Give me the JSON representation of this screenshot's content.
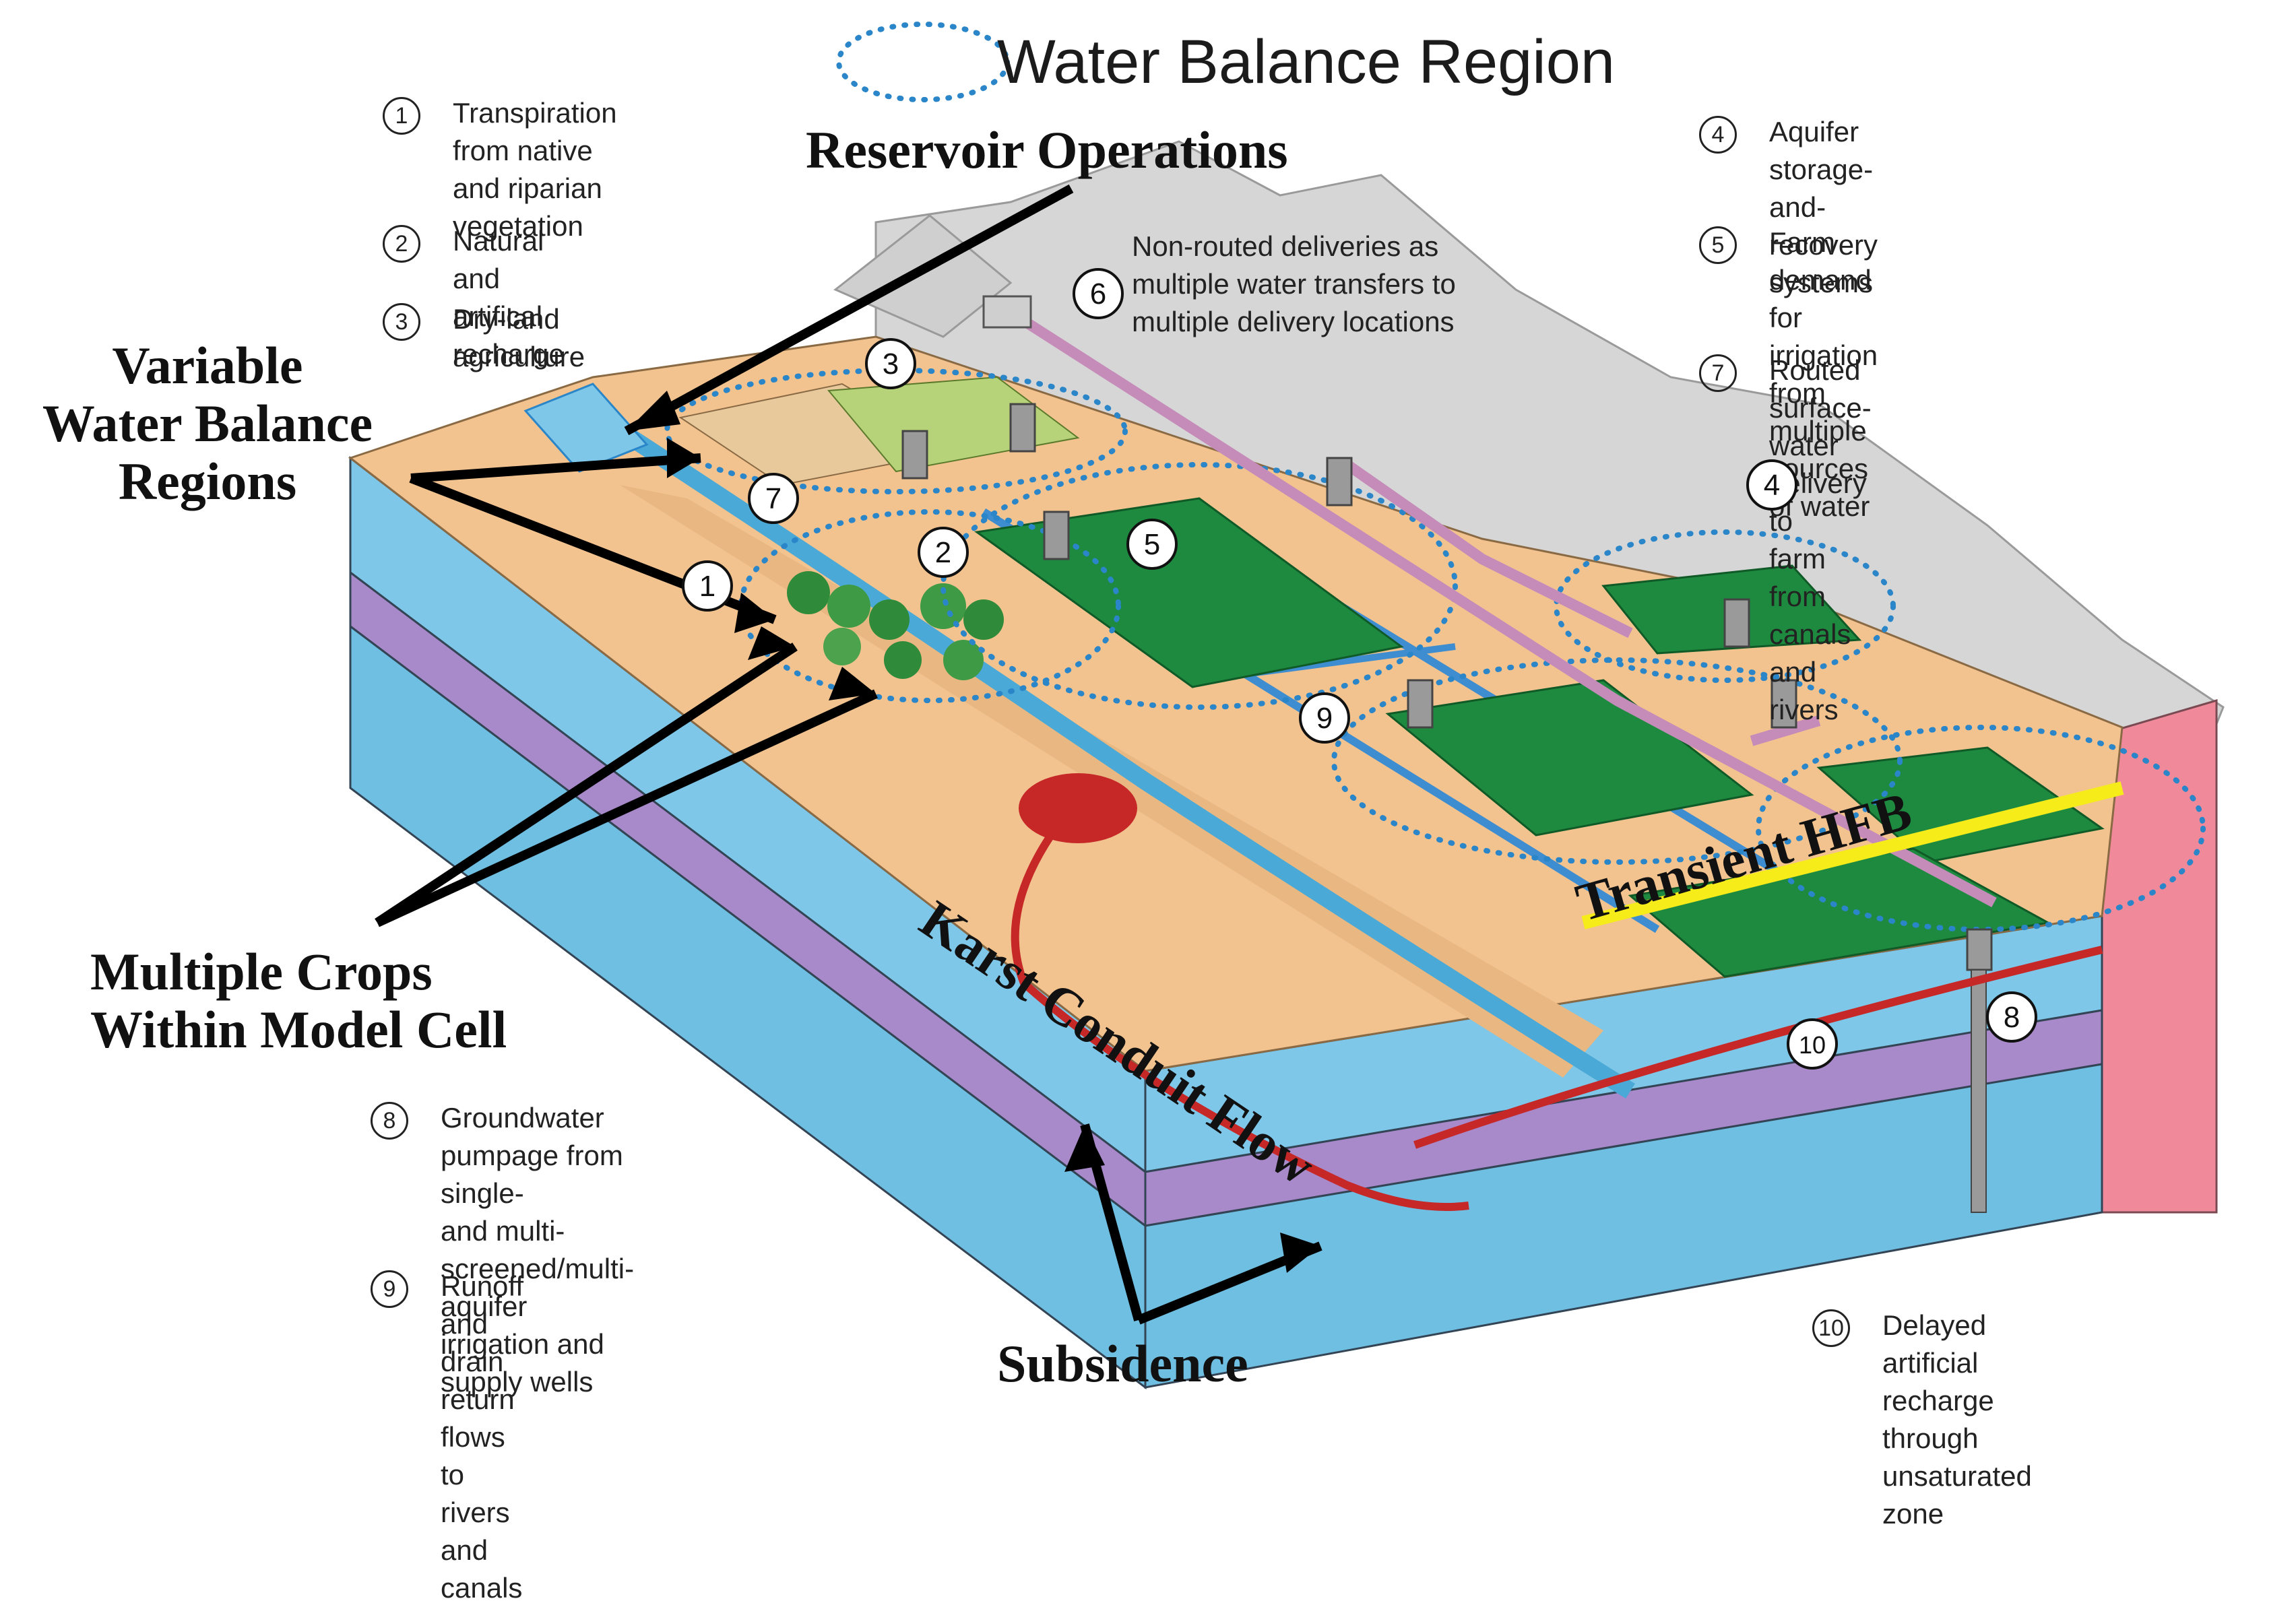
{
  "legend_title": "Water Balance Region",
  "legend_items": [
    {
      "num": "1",
      "text": "Transpiration from native\nand riparian vegetation"
    },
    {
      "num": "2",
      "text": "Natural and artifical recharge"
    },
    {
      "num": "3",
      "text": "Dry-land agriculture"
    },
    {
      "num": "4",
      "text": "Aquifer storage-and-recovery\nsystems"
    },
    {
      "num": "5",
      "text": "Farm demand for irrigation from\nmultiple sources of water"
    },
    {
      "num": "7",
      "text": "Routed surface-water delivery to\nfarm from canals and rivers"
    },
    {
      "num": "8",
      "text": "Groundwater pumpage from single-\nand multi-screened/multi-aquifer\nirrigation and supply wells"
    },
    {
      "num": "9",
      "text": "Runoff and drain return flows\nto rivers and canals"
    },
    {
      "num": "10",
      "text": "Delayed artificial recharge\nthrough unsaturated zone"
    }
  ],
  "item6_text": "Non-routed deliveries as\nmultiple water transfers to\nmultiple delivery locations",
  "callouts": {
    "reservoir": "Reservoir Operations",
    "variable": "Variable\nWater Balance\nRegions",
    "crops": "Multiple Crops\nWithin Model Cell",
    "karst": "Karst Conduit Flow",
    "transient": "Transient HFB",
    "subsidence": "Subsidence"
  },
  "map_markers": [
    "1",
    "2",
    "3",
    "4",
    "5",
    "6",
    "7",
    "8",
    "9",
    "10"
  ],
  "colors": {
    "land": "#f2c38f",
    "aquifer": "#7ec7e8",
    "clay": "#a889c9",
    "field": "#1e8a3f",
    "river": "#4aa9d6",
    "mountain": "#d4d4d4",
    "granite": "#f08a9a",
    "pipe": "#d9a6cf",
    "dotted": "#2a86c8",
    "karst": "#c62828",
    "hfb": "#f5ec1a"
  }
}
